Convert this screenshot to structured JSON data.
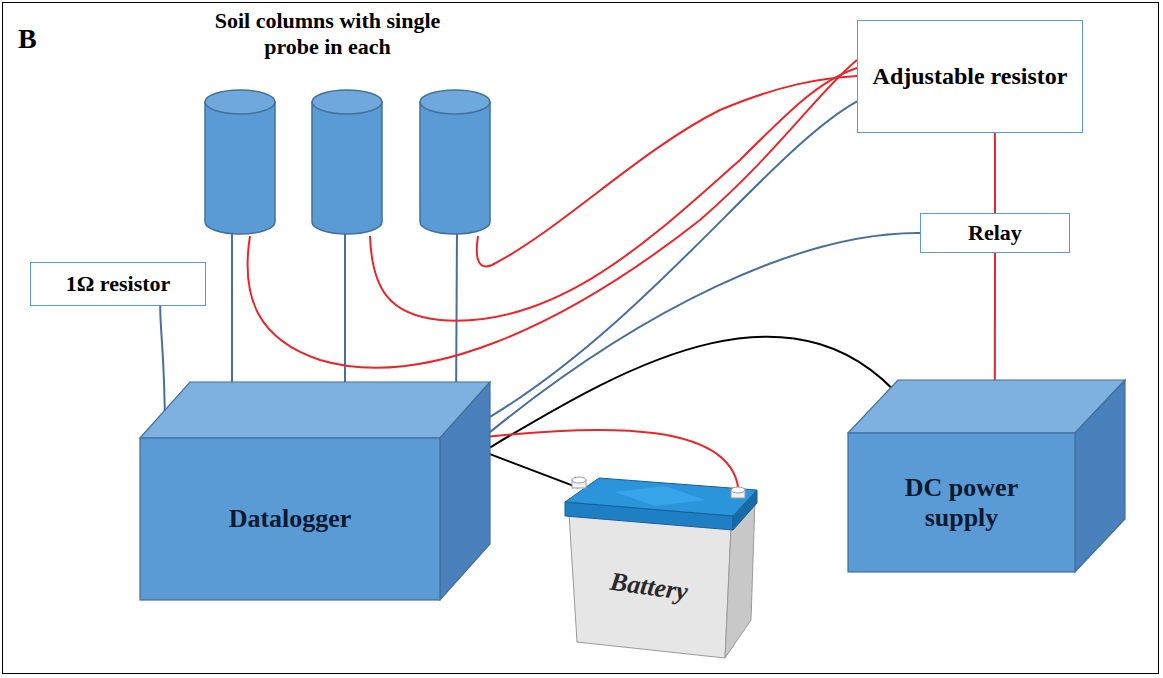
{
  "diagram": {
    "nodes": [
      {
        "text": [
          "Adjustable resistor"
        ]
      },
      {
        "text": [
          "Relay"
        ]
      },
      {
        "text": [
          "1Ω resistor"
        ]
      },
      {
        "text": [
          "Datalogger"
        ]
      },
      {
        "text": [
          "Battery"
        ]
      },
      {
        "text": [
          "DC power supply"
        ]
      }
    ],
    "edges": [
      {
        "from": 3,
        "to": 2,
        "arrow": "none"
      },
      {
        "from": 3,
        "to": 0,
        "arrow": "none"
      },
      {
        "from": 3,
        "to": 1,
        "arrow": "none"
      },
      {
        "from": 3,
        "to": 5,
        "arrow": "none"
      },
      {
        "from": 3,
        "to": 4,
        "arrow": "none"
      },
      {
        "from": 3,
        "to": 4,
        "arrow": "none"
      },
      {
        "from": 0,
        "to": 1,
        "arrow": "none"
      },
      {
        "from": 1,
        "to": 5,
        "arrow": "none"
      }
    ],
    "labels": [
      "B",
      "Soil columns with single probe in each"
    ]
  }
}
